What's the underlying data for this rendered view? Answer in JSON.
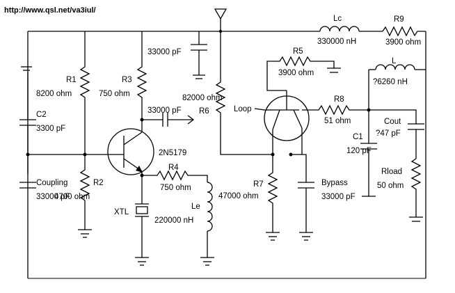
{
  "header": {
    "url": "http://www.qsl.net/va3iul/"
  },
  "labels": {
    "lc": "Lc",
    "lc_val": "330000 nH",
    "r9": "R9",
    "r9_val": "3900 ohm",
    "c_top_val": "33000 pF",
    "r5": "R5",
    "r5_val": "3900 ohm",
    "l": "L",
    "l_val": "?6260 nH",
    "r1": "R1",
    "r1_val": "8200 ohm",
    "r3": "R3",
    "r3_val": "750 ohm",
    "r6_val": "82000 ohm",
    "r6": "R6",
    "c_out_val": "33000 pF",
    "c2": "C2",
    "c2_val": "3300 pF",
    "loop": "Loop",
    "r8": "R8",
    "r8_val": "51 ohm",
    "cout": "Cout",
    "cout_val": "?47 pF",
    "c1": "C1",
    "c1_val": "120 pF",
    "q1": "2N5179",
    "r4": "R4",
    "r4_val": "750 ohm",
    "rload": "Rload",
    "rload_val": "50 ohm",
    "coupling": "Coupling",
    "coupling_val": "33000 pF",
    "r2": "R2",
    "r2_val": "4700 ohm",
    "r7": "R7",
    "r7_val": "47000 ohm",
    "bypass": "Bypass",
    "bypass_val": "33000 pF",
    "xtl": "XTL",
    "le": "Le",
    "le_val": "220000 nH"
  }
}
